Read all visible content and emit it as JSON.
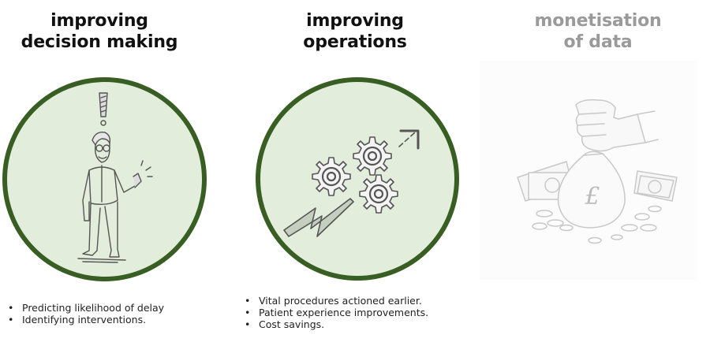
{
  "panels": [
    {
      "title_line1": "improving",
      "title_line2": "decision making",
      "illustration": "person-thumbs-up-icon",
      "bullets": [
        "Predicting likelihood of delay",
        "Identifying interventions."
      ]
    },
    {
      "title_line1": "improving",
      "title_line2": "operations",
      "illustration": "gears-arrow-up-icon",
      "bullets": [
        "Vital procedures actioned earlier.",
        "Patient experience improvements.",
        "Cost savings."
      ]
    },
    {
      "title_line1": "monetisation",
      "title_line2": "of data",
      "illustration": "money-bag-pound-icon",
      "bag_symbol": "£",
      "bullets": []
    }
  ],
  "colors": {
    "circle_fill": "#e2eedb",
    "circle_border": "#385e23",
    "title_active": "#111111",
    "title_dim": "#9a9a9a",
    "faded_panel": "#fcfcfc"
  }
}
